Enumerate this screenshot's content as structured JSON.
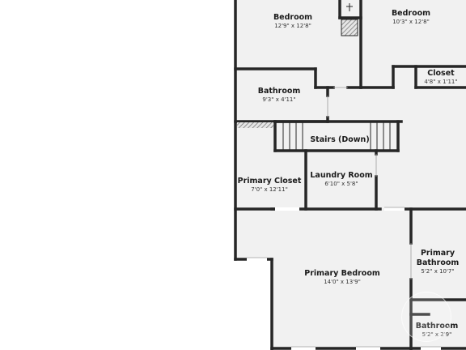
{
  "rooms": {
    "bedroom_a": {
      "name": "Bedroom",
      "dims": "12'9\" x 12'8\""
    },
    "bedroom_b": {
      "name": "Bedroom",
      "dims": "10'3\" x 12'8\""
    },
    "closet": {
      "name": "Closet",
      "dims": "4'8\" x 1'11\""
    },
    "bathroom": {
      "name": "Bathroom",
      "dims": "9'3\" x 4'11\""
    },
    "stairs": {
      "name": "Stairs (Down)"
    },
    "primary_closet": {
      "name": "Primary Closet",
      "dims": "7'0\" x 12'11\""
    },
    "laundry": {
      "name": "Laundry Room",
      "dims": "6'10\" x 5'8\""
    },
    "primary_bedroom": {
      "name": "Primary Bedroom",
      "dims": "14'0\" x 13'9\""
    },
    "primary_bathroom": {
      "name": "Primary Bathroom",
      "dims": "5'2\" x 10'7\""
    },
    "bathroom_small": {
      "name": "Bathroom",
      "dims": "5'2\" x 2'9\""
    }
  },
  "colors": {
    "wall": "#262626",
    "floor": "#f1f1f1",
    "opening": "#ffffff",
    "hatch": "#9a9a9a"
  }
}
